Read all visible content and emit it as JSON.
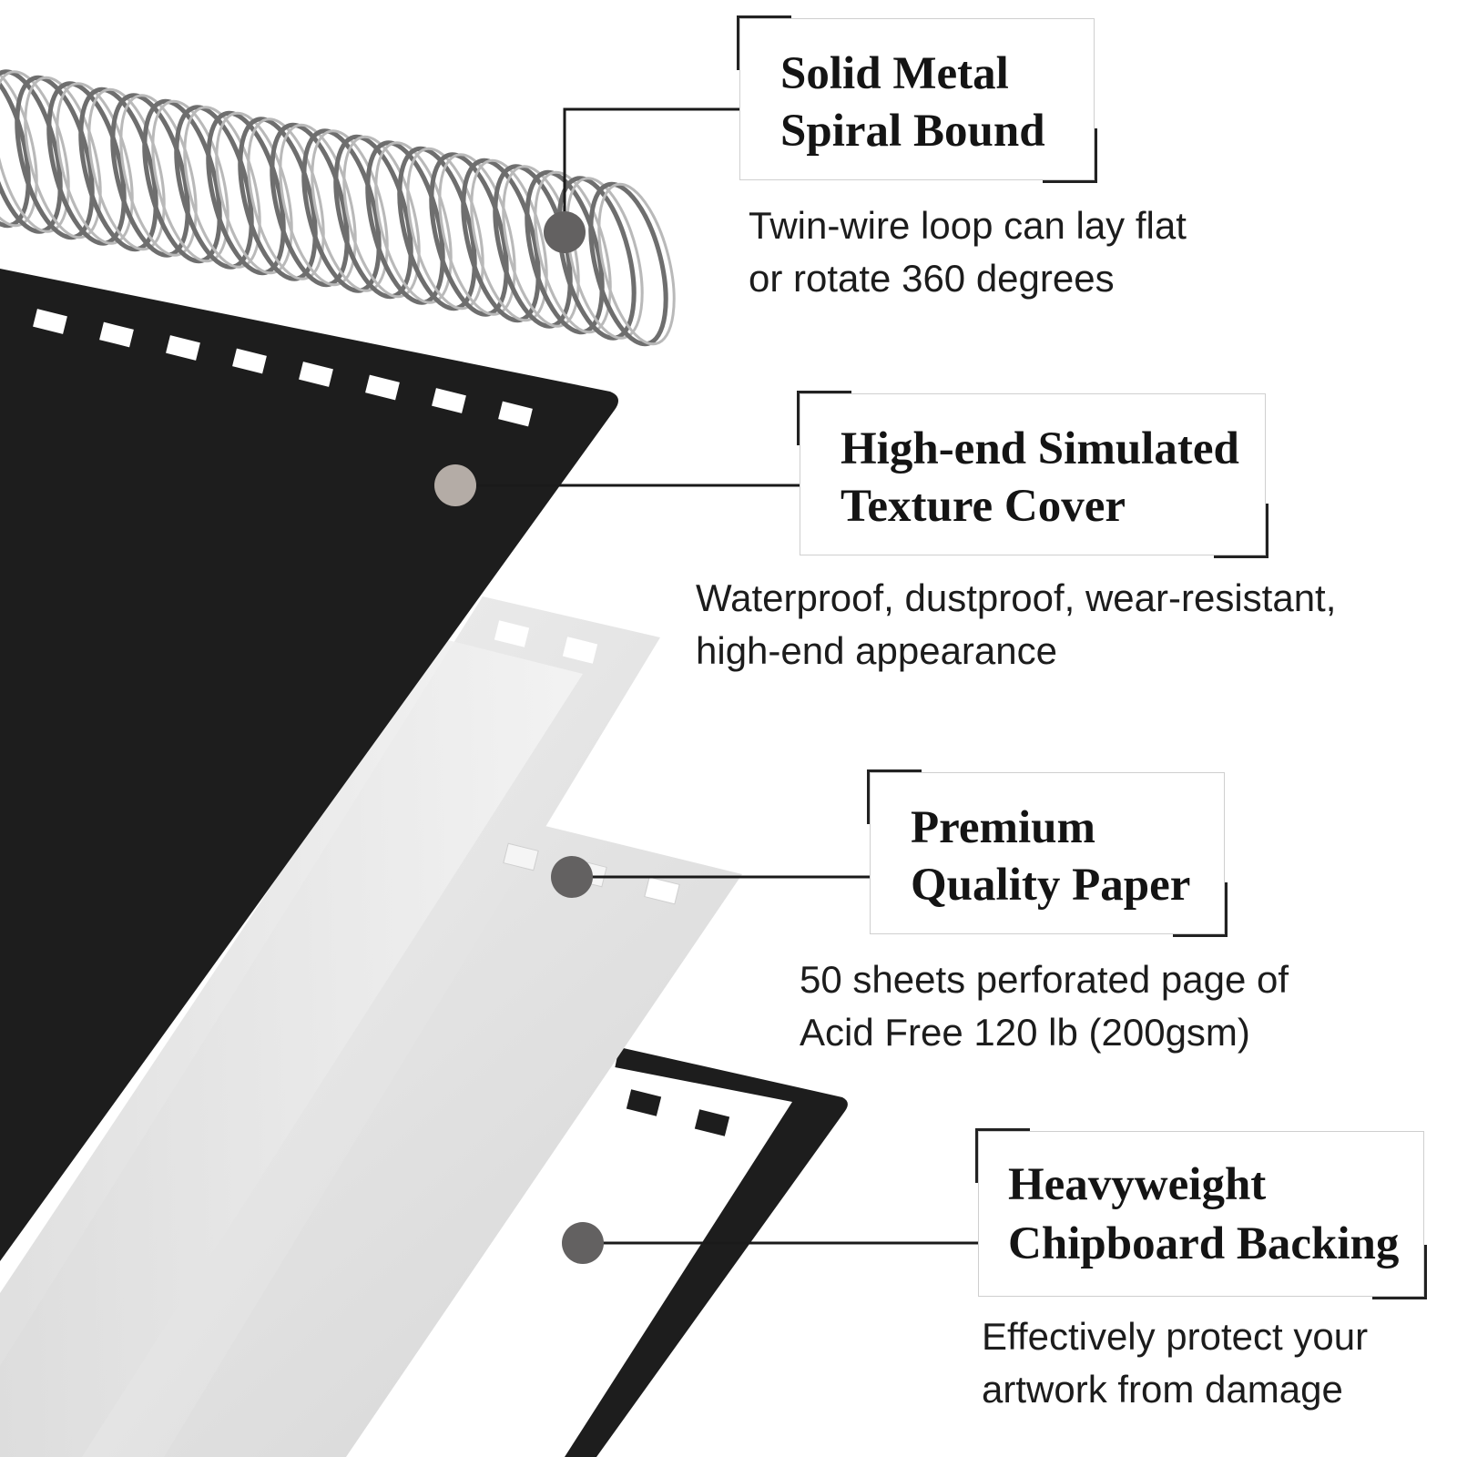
{
  "callouts": [
    {
      "id": "spiral",
      "title_lines": [
        "Solid Metal",
        "Spiral Bound"
      ],
      "desc_lines": [
        "Twin-wire loop can lay flat",
        "or rotate 360 degrees"
      ]
    },
    {
      "id": "cover",
      "title_lines": [
        "High-end Simulated",
        "Texture Cover"
      ],
      "desc_lines": [
        "Waterproof, dustproof, wear-resistant,",
        "high-end appearance"
      ]
    },
    {
      "id": "paper",
      "title_lines": [
        "Premium",
        "Quality Paper"
      ],
      "desc_lines": [
        "50 sheets perforated page of",
        "Acid Free 120 lb (200gsm)"
      ]
    },
    {
      "id": "backing",
      "title_lines": [
        "Heavyweight",
        "Chipboard Backing"
      ],
      "desc_lines": [
        "Effectively protect your",
        "artwork from damage"
      ]
    }
  ],
  "colors": {
    "cover": "#1d1d1d",
    "paper": "#e6e6e6",
    "leader": "#1a1a1a",
    "dot_dark": "#636161",
    "dot_light": "#b4aca6",
    "spiral": "#6e6e6e"
  }
}
